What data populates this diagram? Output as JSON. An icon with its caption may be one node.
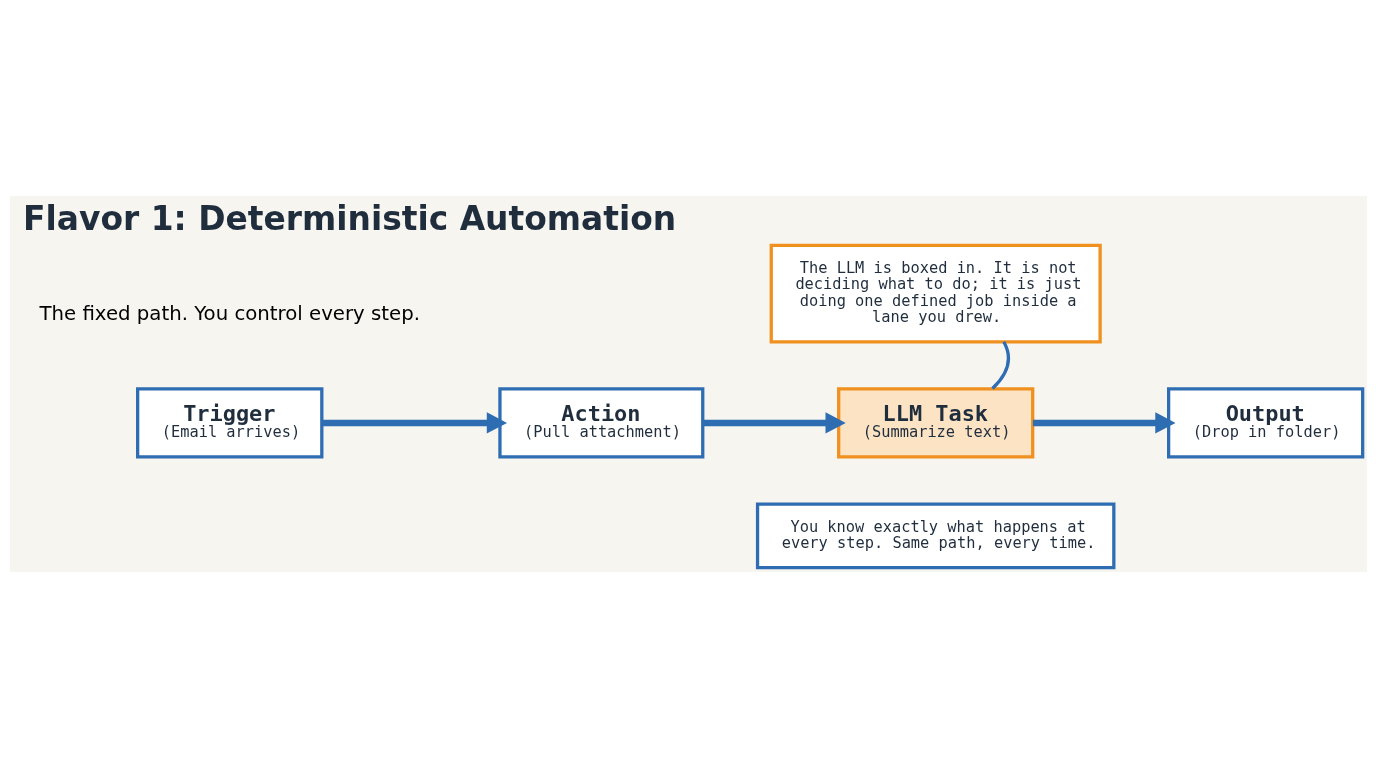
{
  "diagram": {
    "title": "Flavor 1: Deterministic Automation",
    "nodes": [
      {
        "text": [
          "Trigger",
          "(Email arrives)"
        ]
      },
      {
        "text": [
          "Action",
          "(Pull attachment)"
        ]
      },
      {
        "text": [
          "LLM Task",
          "(Summarize text)"
        ]
      },
      {
        "text": [
          "Output",
          "(Drop in folder)"
        ]
      },
      {
        "text": [
          "The LLM is boxed in. It is not deciding what to do; it is just doing one defined job inside a lane you drew."
        ]
      },
      {
        "text": [
          "You know exactly what happens at every step. Same path, every time."
        ]
      }
    ],
    "edges": [
      {
        "from": 0,
        "to": 1,
        "arrow": "to"
      },
      {
        "from": 1,
        "to": 2,
        "arrow": "to"
      },
      {
        "from": 2,
        "to": 3,
        "arrow": "to"
      },
      {
        "from": 2,
        "to": 4,
        "arrow": "none"
      }
    ],
    "labels": [
      "The fixed path. You control every step."
    ]
  }
}
